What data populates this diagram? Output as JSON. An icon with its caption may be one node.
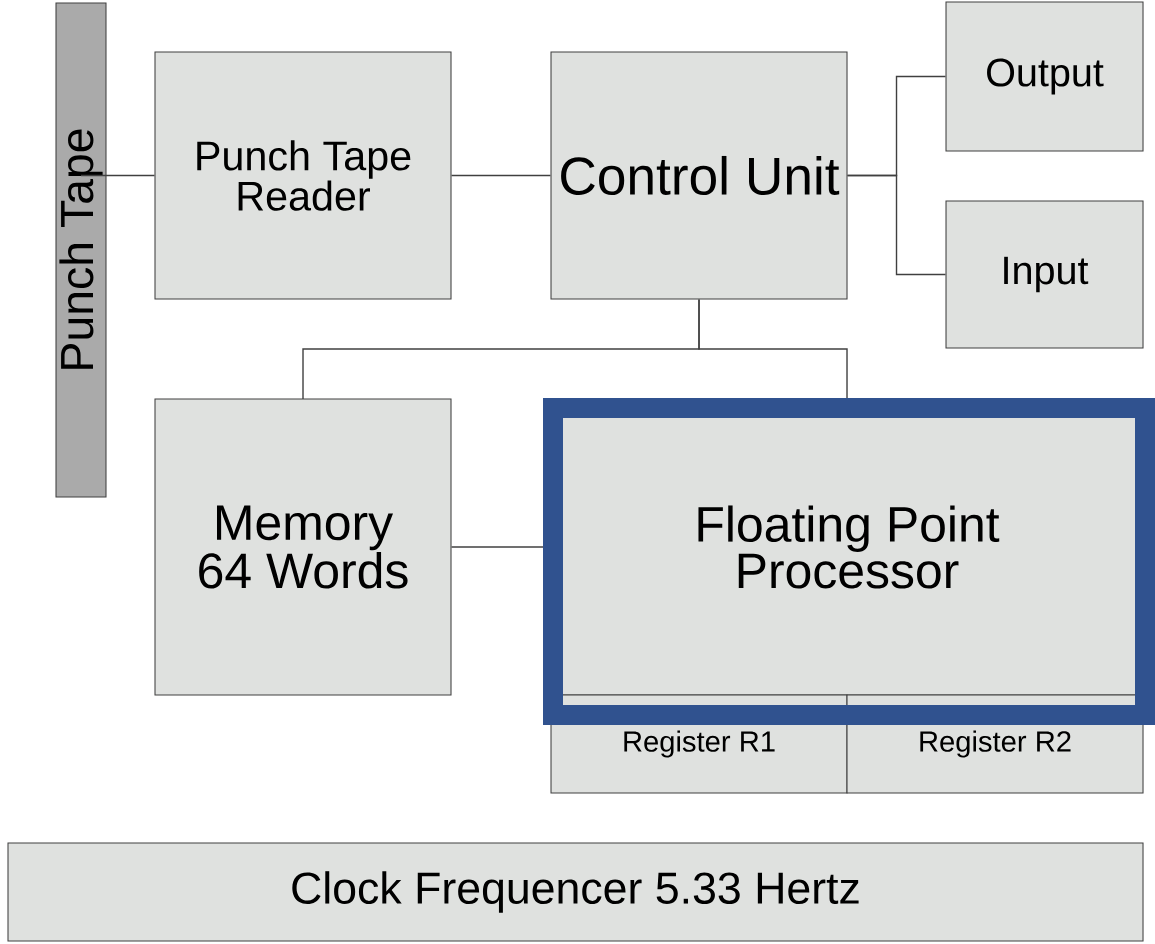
{
  "diagram": {
    "nodes": [
      {
        "text": [
          "Punch Tape"
        ]
      },
      {
        "text": [
          "Punch Tape Reader"
        ]
      },
      {
        "text": [
          "Control Unit"
        ]
      },
      {
        "text": [
          "Output"
        ]
      },
      {
        "text": [
          "Input"
        ]
      },
      {
        "text": [
          "Memory 64 Words"
        ]
      },
      {
        "text": [
          "Floating Point Processor"
        ]
      },
      {
        "text": [
          "Register R1"
        ]
      },
      {
        "text": [
          "Register R2"
        ]
      },
      {
        "text": [
          "Clock Frequencer 5.33 Hertz"
        ]
      }
    ],
    "edges": [
      {
        "from": 0,
        "to": 1,
        "arrow": "none"
      },
      {
        "from": 1,
        "to": 2,
        "arrow": "none"
      },
      {
        "from": 2,
        "to": 3,
        "arrow": "none"
      },
      {
        "from": 2,
        "to": 4,
        "arrow": "none"
      },
      {
        "from": 2,
        "to": 5,
        "arrow": "none"
      },
      {
        "from": 2,
        "to": 6,
        "arrow": "none"
      },
      {
        "from": 5,
        "to": 6,
        "arrow": "none"
      }
    ]
  }
}
